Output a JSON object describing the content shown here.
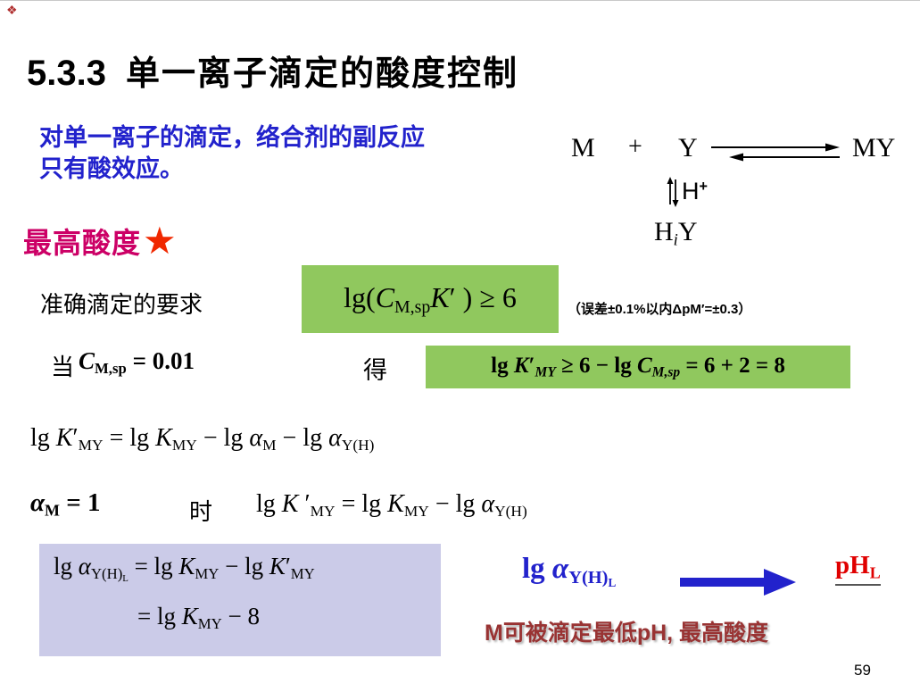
{
  "colors": {
    "accent_blue": "#2222CC",
    "heading_magenta": "#CC0066",
    "box_green": "#90C85E",
    "box_lavender": "#CBCBE8",
    "result_red": "#E00000",
    "note_maroon": "#993333",
    "star_red": "#F02800"
  },
  "page": {
    "number": "59"
  },
  "title": {
    "number": "5.3.3",
    "text": "单一离子滴定的酸度控制"
  },
  "intro": {
    "line1": "对单一离子的滴定，络合剂的副反应",
    "line2": "只有酸效应。"
  },
  "equilibrium": {
    "m": "M",
    "plus": "+",
    "y": "Y",
    "my": "MY",
    "h_plus": [
      {
        "t": "H",
        "s": ""
      },
      {
        "t": "+",
        "s": "b sup"
      }
    ],
    "hiy": [
      {
        "t": "H",
        "s": ""
      },
      {
        "t": "i",
        "s": "i sub"
      },
      {
        "t": "Y",
        "s": ""
      }
    ]
  },
  "section": {
    "heading": "最高酸度",
    "star": "★"
  },
  "requirement": {
    "label": "准确滴定的要求",
    "formula": [
      {
        "t": "lg(",
        "s": ""
      },
      {
        "t": "C",
        "s": "i"
      },
      {
        "t": "M,sp",
        "s": "sub"
      },
      {
        "t": "K",
        "s": "i"
      },
      {
        "t": "′ ",
        "s": ""
      },
      {
        "t": ") ≥ 6",
        "s": ""
      }
    ],
    "note": "（误差±0.1%以内ΔpM′=±0.3）"
  },
  "when": {
    "dang": "当",
    "expr": [
      {
        "t": "C",
        "s": "b i"
      },
      {
        "t": "M,sp",
        "s": "b sub"
      },
      {
        "t": " = 0.01",
        "s": "b"
      }
    ],
    "de": "得",
    "result": [
      {
        "t": "lg ",
        "s": "b"
      },
      {
        "t": "K",
        "s": "b i"
      },
      {
        "t": "′",
        "s": "b"
      },
      {
        "t": "MY",
        "s": "b i sub"
      },
      {
        "t": " ≥ 6 − lg ",
        "s": "b"
      },
      {
        "t": "C",
        "s": "b i"
      },
      {
        "t": "M,sp",
        "s": "b i sub"
      },
      {
        "t": " = 6 + 2 = 8",
        "s": "b"
      }
    ]
  },
  "formula_general": [
    {
      "t": "lg ",
      "s": ""
    },
    {
      "t": "K",
      "s": "i"
    },
    {
      "t": "′",
      "s": ""
    },
    {
      "t": "MY",
      "s": "sub"
    },
    {
      "t": " = lg ",
      "s": ""
    },
    {
      "t": "K",
      "s": "i"
    },
    {
      "t": "MY",
      "s": "sub"
    },
    {
      "t": " − lg ",
      "s": ""
    },
    {
      "t": "α",
      "s": "i"
    },
    {
      "t": "M",
      "s": "sub"
    },
    {
      "t": " − lg ",
      "s": ""
    },
    {
      "t": "α",
      "s": "i"
    },
    {
      "t": "Y(H)",
      "s": "sub"
    }
  ],
  "alpha_case": {
    "expr": [
      {
        "t": "α",
        "s": "b i"
      },
      {
        "t": "M",
        "s": "b sub"
      },
      {
        "t": " = 1",
        "s": "b"
      }
    ],
    "shi": "时",
    "formula": [
      {
        "t": "lg ",
        "s": ""
      },
      {
        "t": "K",
        "s": "i"
      },
      {
        "t": " ′",
        "s": ""
      },
      {
        "t": "MY",
        "s": "sub"
      },
      {
        "t": " = lg ",
        "s": ""
      },
      {
        "t": "K",
        "s": "i"
      },
      {
        "t": "MY",
        "s": "sub"
      },
      {
        "t": " − lg ",
        "s": ""
      },
      {
        "t": "α",
        "s": "i"
      },
      {
        "t": "Y(H)",
        "s": "sub"
      }
    ]
  },
  "box": {
    "line1": [
      {
        "t": "lg ",
        "s": ""
      },
      {
        "t": "α",
        "s": "i"
      },
      {
        "t": "Y(H)",
        "s": "sub"
      },
      {
        "t": "L",
        "s": "subsub"
      },
      {
        "t": " = lg ",
        "s": ""
      },
      {
        "t": "K",
        "s": "i"
      },
      {
        "t": "MY",
        "s": "sub"
      },
      {
        "t": " − lg ",
        "s": ""
      },
      {
        "t": "K",
        "s": "i"
      },
      {
        "t": "′",
        "s": ""
      },
      {
        "t": "MY",
        "s": "sub"
      }
    ],
    "line2": [
      {
        "t": "= lg ",
        "s": ""
      },
      {
        "t": "K",
        "s": "i"
      },
      {
        "t": "MY",
        "s": "sub"
      },
      {
        "t": " − 8",
        "s": ""
      }
    ]
  },
  "conclusion": {
    "lg_alpha": [
      {
        "t": "lg ",
        "s": "b"
      },
      {
        "t": "α",
        "s": "b i"
      },
      {
        "t": "Y(H)",
        "s": "b sub"
      },
      {
        "t": "L",
        "s": "b subsub"
      }
    ],
    "ph": [
      {
        "t": "pH",
        "s": "b"
      },
      {
        "t": "L",
        "s": "b sub"
      }
    ],
    "note": "M可被滴定最低pH, 最高酸度"
  }
}
